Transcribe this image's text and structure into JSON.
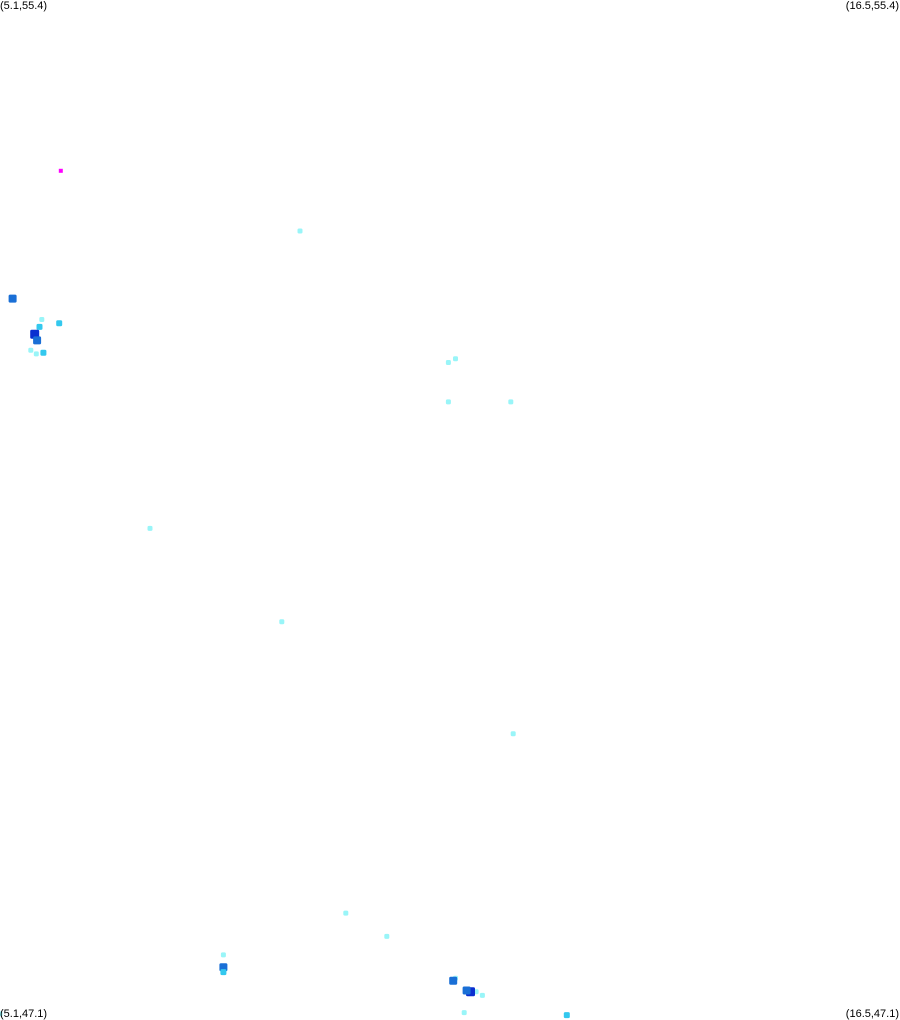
{
  "map": {
    "corners": {
      "top_left": "(5.1,55.4)",
      "top_right": "(16.5,55.4)",
      "bottom_left": "(5.1,47.1)",
      "bottom_right": "(16.5,47.1)"
    },
    "bounds": {
      "lon_min": 5.1,
      "lon_max": 16.5,
      "lat_min": 47.1,
      "lat_max": 55.4
    },
    "background": "#ffffff",
    "level_colors": {
      "low": "#99f5f8",
      "mid": "#33c8ee",
      "high": "#1a6fd6",
      "peak": "#0a2fd0",
      "marker": "#ff00ff"
    },
    "points": [
      {
        "lon": 5.87,
        "lat": 54.01,
        "level": "marker"
      },
      {
        "lon": 8.9,
        "lat": 53.52,
        "level": "low"
      },
      {
        "lon": 5.26,
        "lat": 52.97,
        "level": "high"
      },
      {
        "lon": 5.63,
        "lat": 52.8,
        "level": "low"
      },
      {
        "lon": 5.85,
        "lat": 52.77,
        "level": "mid"
      },
      {
        "lon": 5.6,
        "lat": 52.74,
        "level": "mid"
      },
      {
        "lon": 5.54,
        "lat": 52.68,
        "level": "peak"
      },
      {
        "lon": 5.57,
        "lat": 52.63,
        "level": "high"
      },
      {
        "lon": 5.49,
        "lat": 52.55,
        "level": "low"
      },
      {
        "lon": 5.56,
        "lat": 52.52,
        "level": "low"
      },
      {
        "lon": 5.65,
        "lat": 52.53,
        "level": "mid"
      },
      {
        "lon": 10.87,
        "lat": 52.48,
        "level": "low"
      },
      {
        "lon": 10.78,
        "lat": 52.45,
        "level": "low"
      },
      {
        "lon": 10.78,
        "lat": 52.13,
        "level": "low"
      },
      {
        "lon": 11.57,
        "lat": 52.13,
        "level": "low"
      },
      {
        "lon": 7.0,
        "lat": 51.1,
        "level": "low"
      },
      {
        "lon": 8.67,
        "lat": 50.34,
        "level": "low"
      },
      {
        "lon": 11.6,
        "lat": 49.43,
        "level": "low"
      },
      {
        "lon": 9.48,
        "lat": 47.97,
        "level": "low"
      },
      {
        "lon": 10.0,
        "lat": 47.78,
        "level": "low"
      },
      {
        "lon": 7.93,
        "lat": 47.63,
        "level": "low"
      },
      {
        "lon": 7.93,
        "lat": 47.53,
        "level": "high"
      },
      {
        "lon": 7.93,
        "lat": 47.49,
        "level": "mid"
      },
      {
        "lon": 10.87,
        "lat": 47.44,
        "level": "low"
      },
      {
        "lon": 10.84,
        "lat": 47.42,
        "level": "high"
      },
      {
        "lon": 11.13,
        "lat": 47.33,
        "level": "low"
      },
      {
        "lon": 11.06,
        "lat": 47.33,
        "level": "peak"
      },
      {
        "lon": 11.01,
        "lat": 47.34,
        "level": "high"
      },
      {
        "lon": 11.21,
        "lat": 47.3,
        "level": "low"
      },
      {
        "lon": 10.98,
        "lat": 47.16,
        "level": "low"
      },
      {
        "lon": 12.28,
        "lat": 47.14,
        "level": "mid"
      },
      {
        "lon": 5.1,
        "lat": 47.15,
        "level": "low"
      }
    ]
  }
}
